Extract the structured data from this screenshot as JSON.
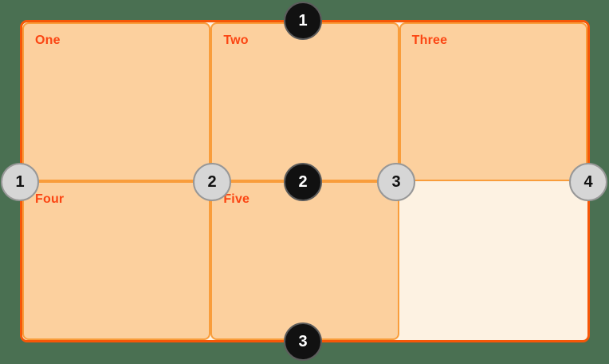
{
  "colors": {
    "page-bg": "#4a7052",
    "container-border": "#f65708",
    "container-fill": "#fdf2e2",
    "cell-fill": "#fcd09e",
    "cell-border": "#f99d3b",
    "label-color": "#fb4512",
    "row-badge-fill": "#111111",
    "row-badge-border": "#5c5c5c",
    "row-badge-text": "#ffffff",
    "col-badge-fill": "#d6d6d6",
    "col-badge-border": "#979797",
    "col-badge-text": "#111111"
  },
  "grid": {
    "cells": [
      {
        "label": "One"
      },
      {
        "label": "Two"
      },
      {
        "label": "Three"
      },
      {
        "label": "Four"
      },
      {
        "label": "Five"
      },
      {
        "label": ""
      }
    ]
  },
  "row_lines": [
    {
      "number": "1"
    },
    {
      "number": "2"
    },
    {
      "number": "3"
    }
  ],
  "column_lines": [
    {
      "number": "1"
    },
    {
      "number": "2"
    },
    {
      "number": "3"
    },
    {
      "number": "4"
    }
  ]
}
